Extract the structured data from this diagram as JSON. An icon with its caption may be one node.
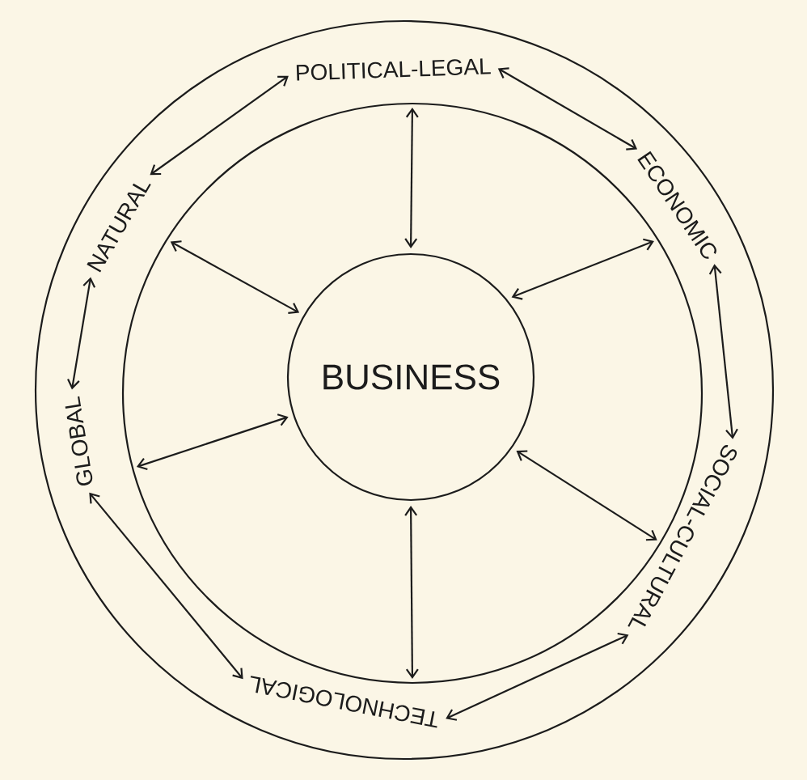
{
  "diagram": {
    "nodes": [
      {
        "text": [],
        "shape": "circle"
      },
      {
        "text": [],
        "shape": "circle",
        "in": 0
      },
      {
        "text": [
          "BUSINESS"
        ],
        "in": 1
      },
      {
        "text": [
          "POLITICAL-LEGAL"
        ],
        "in": 0
      },
      {
        "text": [
          "ECONOMIC"
        ],
        "in": 0
      },
      {
        "text": [
          "SOCIAL-CULTURAL"
        ],
        "in": 0
      },
      {
        "text": [
          "TECHNOLOGICAL"
        ],
        "in": 0
      },
      {
        "text": [
          "GLOBAL"
        ],
        "in": 0
      },
      {
        "text": [
          "NATURAL"
        ],
        "in": 0
      }
    ],
    "edges": [
      {
        "from": 1,
        "to": 2,
        "arrow": "both"
      },
      {
        "from": 1,
        "to": 2,
        "arrow": "both"
      },
      {
        "from": 1,
        "to": 2,
        "arrow": "both"
      },
      {
        "from": 1,
        "to": 2,
        "arrow": "both"
      },
      {
        "from": 1,
        "to": 2,
        "arrow": "both"
      },
      {
        "from": 1,
        "to": 2,
        "arrow": "both"
      },
      {
        "from": 8,
        "to": 3,
        "arrow": "both"
      },
      {
        "from": 3,
        "to": 4,
        "arrow": "both"
      },
      {
        "from": 4,
        "to": 5,
        "arrow": "both"
      },
      {
        "from": 5,
        "to": 6,
        "arrow": "both"
      },
      {
        "from": 6,
        "to": 7,
        "arrow": "both"
      },
      {
        "from": 7,
        "to": 8,
        "arrow": "both"
      }
    ]
  }
}
